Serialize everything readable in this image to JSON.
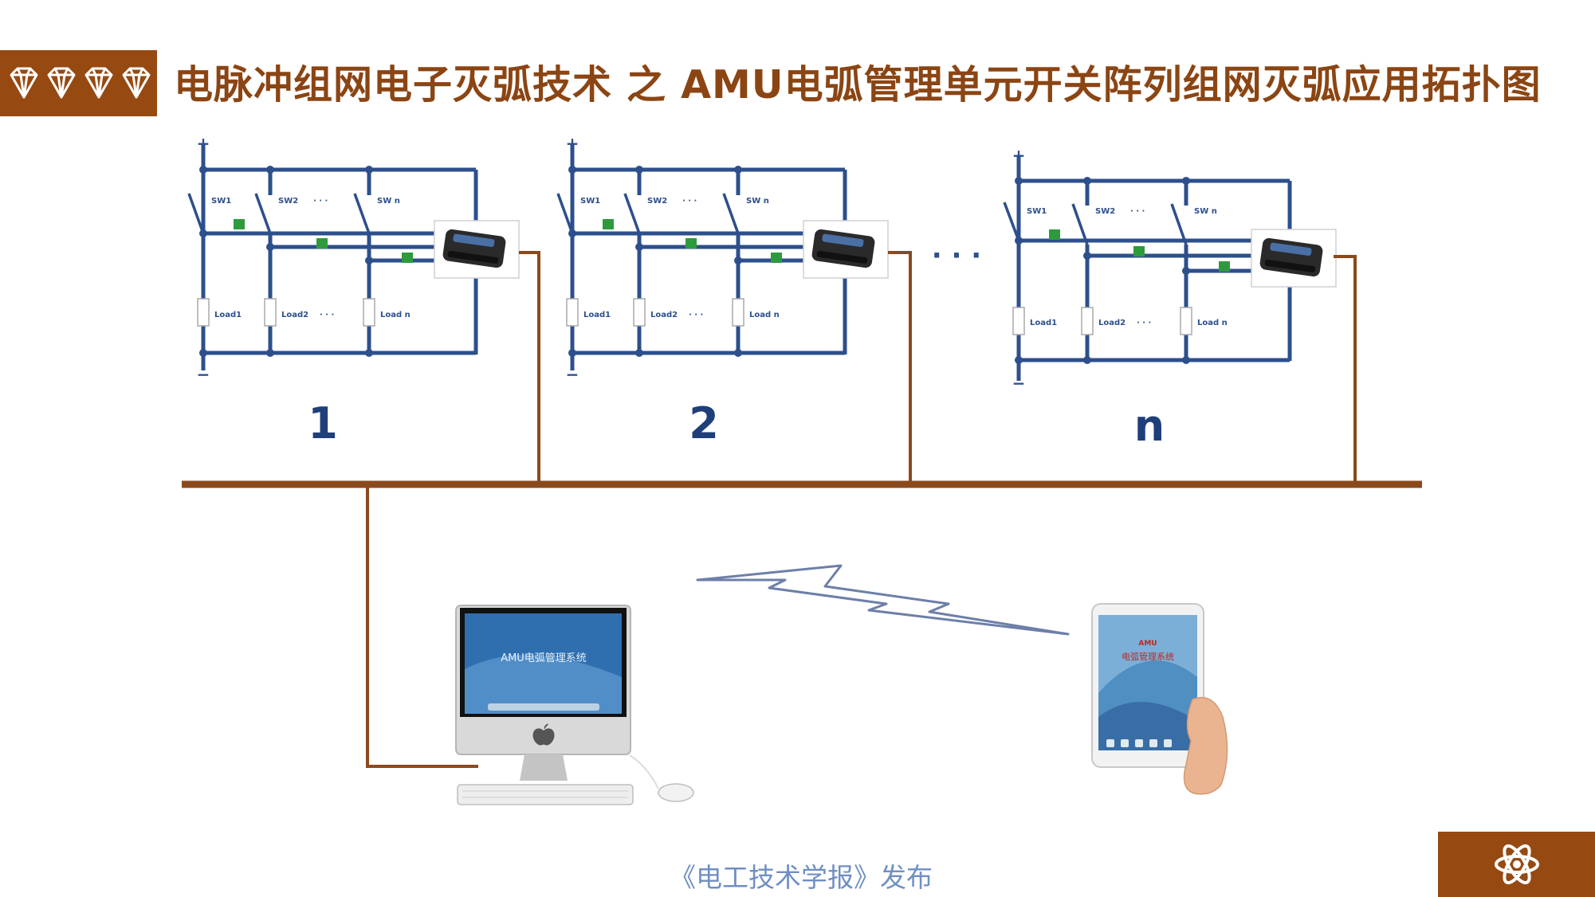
{
  "title": "电脉冲组网电子灭弧技术 之 AMU电弧管理单元开关阵列组网灭弧应用拓扑图",
  "header_icons": [
    "diamond-icon",
    "diamond-icon",
    "diamond-icon",
    "diamond-icon"
  ],
  "groups": [
    {
      "number": "1",
      "plus": "+",
      "minus": "−",
      "switches": [
        "SW1",
        "SW2",
        "SW n"
      ],
      "loads": [
        "Load1",
        "Load2",
        "Load n"
      ],
      "ellipsis": "· · ·"
    },
    {
      "number": "2",
      "plus": "+",
      "minus": "−",
      "switches": [
        "SW1",
        "SW2",
        "SW n"
      ],
      "loads": [
        "Load1",
        "Load2",
        "Load n"
      ],
      "ellipsis": "· · ·"
    },
    {
      "number": "n",
      "plus": "+",
      "minus": "−",
      "switches": [
        "SW1",
        "SW2",
        "SW n"
      ],
      "loads": [
        "Load1",
        "Load2",
        "Load n"
      ],
      "ellipsis": "· · ·"
    }
  ],
  "group_separator": "· · ·",
  "computer_screen_text": "AMU电弧管理系统",
  "tablet_screen_text": [
    "AMU",
    "电弧管理系统"
  ],
  "footer": "《电工技术学报》发布",
  "footer_icon": "atom-icon",
  "colors": {
    "accent": "#964a12",
    "title_text": "#8b4513",
    "bus": "#8b4a1c",
    "circuit": "#2d4f8c",
    "group_number": "#1f3f7a",
    "footer_text": "#6f8fc4",
    "indicator": "#2e9a3e"
  }
}
